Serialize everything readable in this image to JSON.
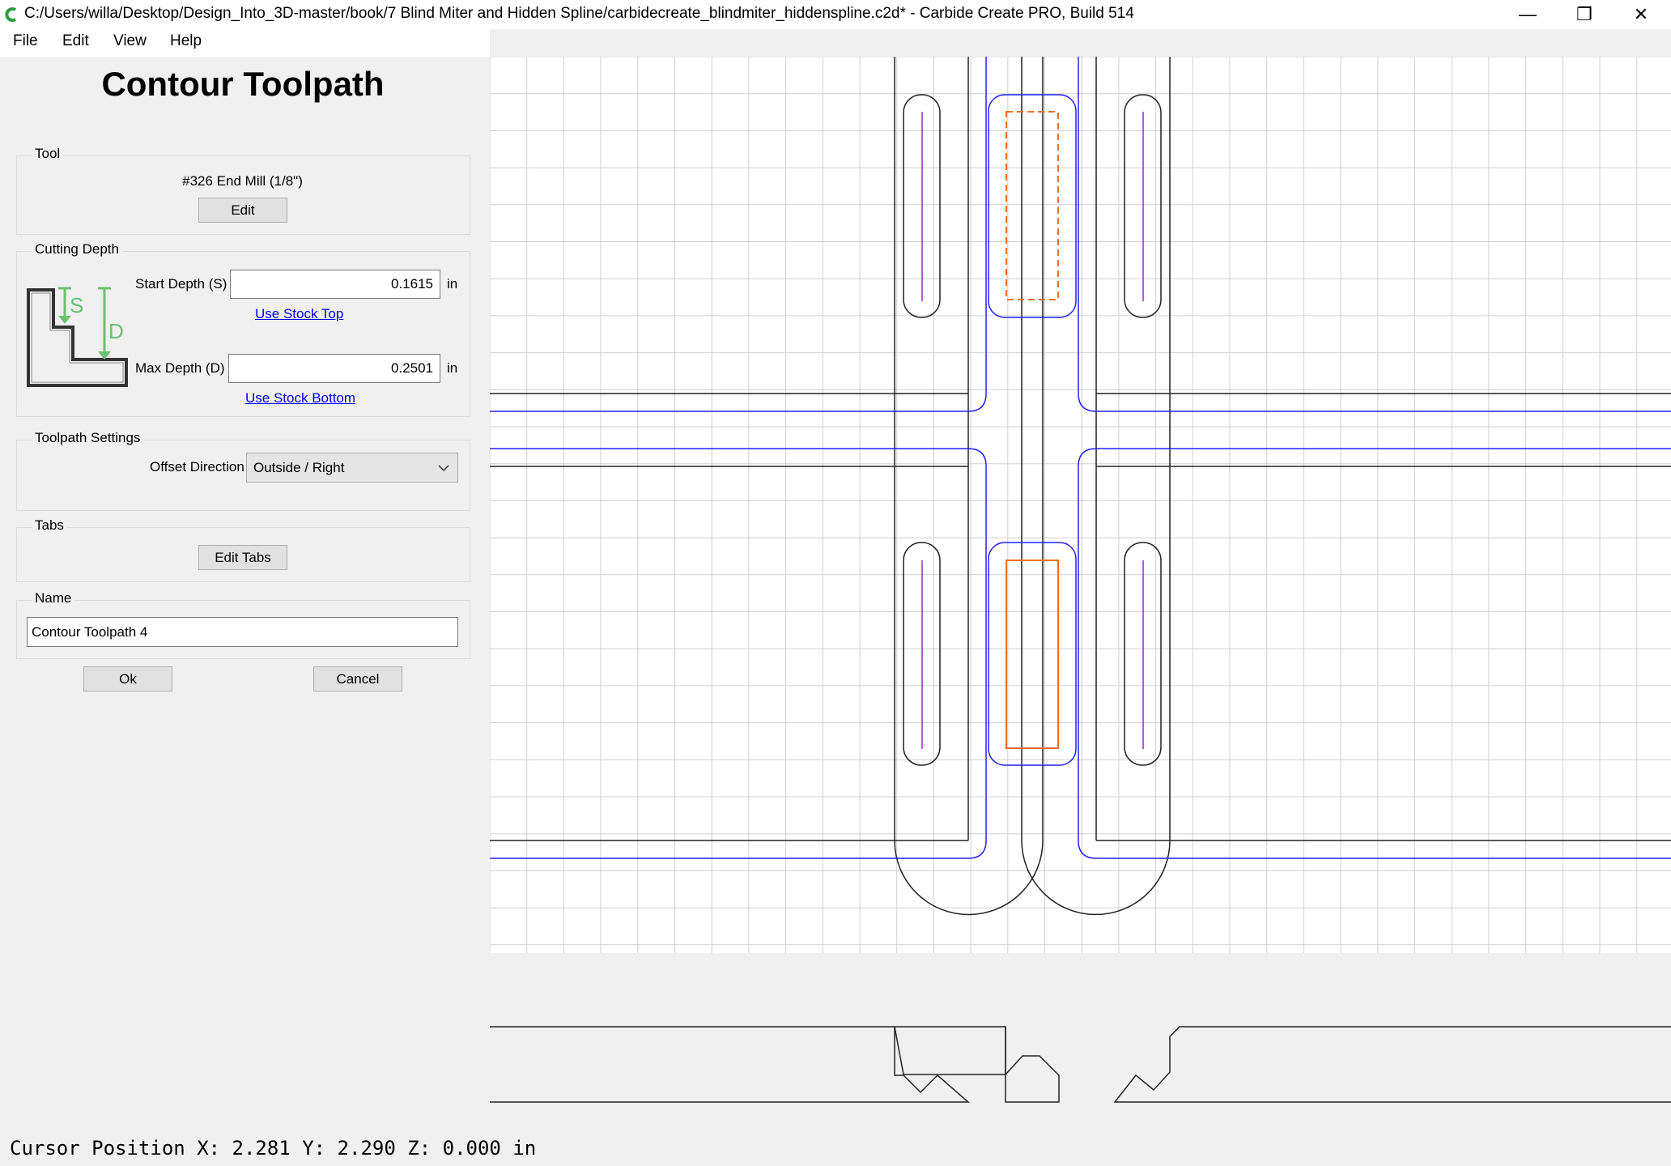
{
  "window": {
    "title": "C:/Users/willa/Desktop/Design_Into_3D-master/book/7 Blind Miter and Hidden Spline/carbidecreate_blindmiter_hiddenspline.c2d* - Carbide Create PRO, Build 514",
    "minimize_glyph": "—",
    "maximize_glyph": "❐",
    "close_glyph": "✕"
  },
  "menu": {
    "file": "File",
    "edit": "Edit",
    "view": "View",
    "help": "Help"
  },
  "panel": {
    "title": "Contour Toolpath",
    "tool": {
      "label": "Tool",
      "name": "#326 End Mill (1/8\")",
      "edit_button": "Edit"
    },
    "cutting_depth": {
      "label": "Cutting Depth",
      "start_label": "Start Depth (S)",
      "start_value": "0.1615",
      "start_unit": "in",
      "use_stock_top": "Use Stock Top",
      "max_label": "Max Depth (D)",
      "max_value": "0.2501",
      "max_unit": "in",
      "use_stock_bottom": "Use Stock Bottom",
      "diagram_s": "S",
      "diagram_d": "D"
    },
    "toolpath_settings": {
      "label": "Toolpath Settings",
      "offset_label": "Offset Direction",
      "offset_value": "Outside / Right"
    },
    "tabs": {
      "label": "Tabs",
      "edit_button": "Edit Tabs"
    },
    "name": {
      "label": "Name",
      "value": "Contour Toolpath 4"
    },
    "ok_button": "Ok",
    "cancel_button": "Cancel"
  },
  "status": {
    "cursor_position": "Cursor Position X: 2.281 Y: 2.290 Z: 0.000 in"
  },
  "colors": {
    "toolpath_blue": "#2020ff",
    "selected_orange": "#f07020",
    "vector_purple": "#a020e0",
    "geometry_black": "#222222",
    "grid": "#d0d0d0",
    "depth_diagram_green": "#6cc070",
    "link_blue": "#0000ee"
  }
}
